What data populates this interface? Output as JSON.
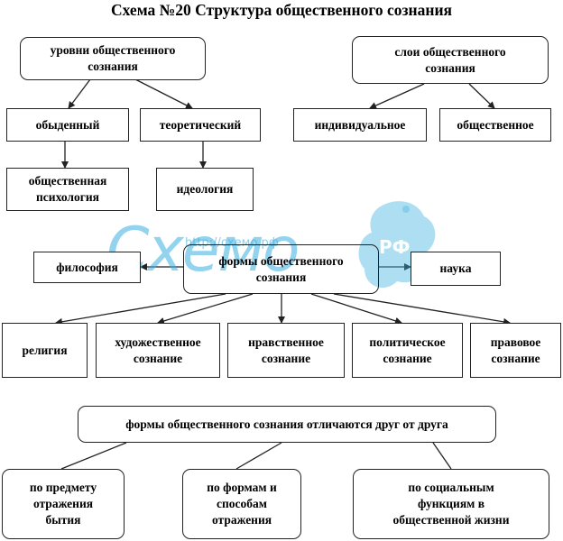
{
  "title": "Схема №20 Структура общественного сознания",
  "levels": {
    "header": "уровни общественного\nсознания",
    "ordinary": "обыденный",
    "theoretical": "теоретический",
    "psychology": "общественная\nпсихология",
    "ideology": "идеология"
  },
  "layers": {
    "header": "слои общественного\nсознания",
    "individual": "индивидуальное",
    "social": "общественное"
  },
  "forms": {
    "header": "формы общественного\nсознания",
    "philosophy": "философия",
    "science": "наука",
    "religion": "религия",
    "art": "художественное\nсознание",
    "moral": "нравственное\nсознание",
    "political": "политическое\nсознание",
    "legal": "правовое\nсознание"
  },
  "differences": {
    "header": "формы общественного сознания отличаются друг от друга",
    "subject": "по предмету\nотражения\nбытия",
    "method": "по формам и\nспособам\nотражения",
    "function": "по социальным\nфункциям в\nобщественной жизни"
  },
  "watermark": {
    "logo_text": "Схемо",
    "logo_suffix": "РФ",
    "url": "http://схемо.рф"
  },
  "colors": {
    "watermark": "#3aaee0",
    "line": "#222222"
  }
}
